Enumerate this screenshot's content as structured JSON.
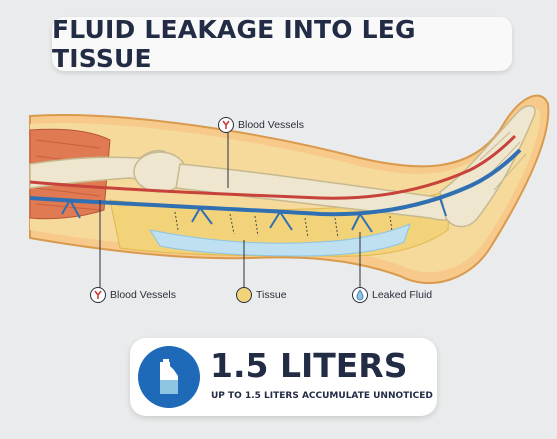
{
  "title": "FLUID LEAKAGE INTO LEG TISSUE",
  "callouts": {
    "top_vessels": "Blood Vessels",
    "bottom_vessels": "Blood Vessels",
    "tissue": "Tissue",
    "leaked_fluid": "Leaked Fluid"
  },
  "stat": {
    "value": "1.5 LITERS",
    "caption": "UP TO 1.5 LITERS ACCUMULATE UNNOTICED",
    "icon": "fluid-jug-icon"
  },
  "colors": {
    "vein_blue": "#2f6fb2",
    "artery_red": "#c7423a",
    "tissue_yellow": "#f2d37a",
    "fluid_blue": "#bfe0f0",
    "bone": "#efe6cf",
    "muscle": "#e07a52",
    "skin": "#f7c98a",
    "title_text": "#232c45",
    "accent_blue": "#1e6ab8"
  }
}
